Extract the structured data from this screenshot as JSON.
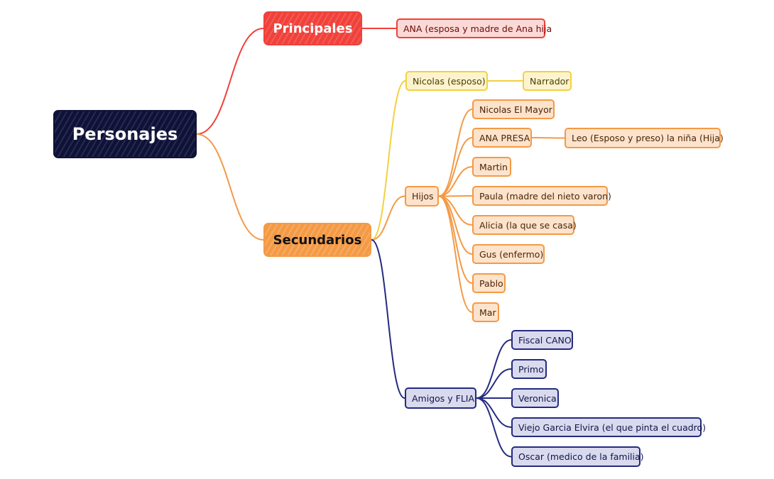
{
  "colors": {
    "root": "#0f1238",
    "principales": "#f0413a",
    "nicolas": "#f2d13f",
    "secundarios": "#f49a45",
    "amigos": "#242b80"
  },
  "root": {
    "label": "Personajes"
  },
  "principales": {
    "label": "Principales",
    "children": [
      {
        "label": "ANA (esposa y madre de Ana hija"
      }
    ]
  },
  "secundarios": {
    "label": "Secundarios",
    "nicolas": {
      "label": "Nicolas (esposo)",
      "children": [
        {
          "label": "Narrador"
        }
      ]
    },
    "hijos": {
      "label": "Hijos",
      "children": [
        {
          "label": "Nicolas El Mayor"
        },
        {
          "label": "ANA PRESA",
          "children": [
            {
              "label": "Leo (Esposo y preso) la niña (Hija)"
            }
          ]
        },
        {
          "label": "Martin"
        },
        {
          "label": "Paula (madre del nieto varon)"
        },
        {
          "label": "Alicia (la que se casa)"
        },
        {
          "label": "Gus (enfermo)"
        },
        {
          "label": "Pablo"
        },
        {
          "label": "Mar"
        }
      ]
    },
    "amigos": {
      "label": "Amigos  y FLIA",
      "children": [
        {
          "label": "Fiscal CANO"
        },
        {
          "label": "Primo"
        },
        {
          "label": "Veronica"
        },
        {
          "label": "Viejo Garcia Elvira (el que pinta el cuadro)"
        },
        {
          "label": "Oscar (medico de la familia)"
        }
      ]
    }
  }
}
